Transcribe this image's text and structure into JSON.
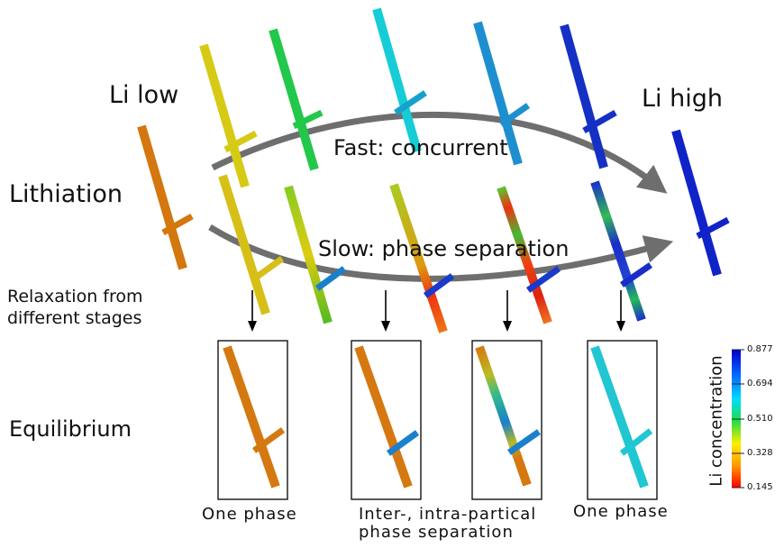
{
  "labels": {
    "li_low": "Li low",
    "li_high": "Li high",
    "lithiation": "Lithiation",
    "fast": "Fast: concurrent",
    "slow": "Slow: phase separation",
    "relax_line1": "Relaxation from",
    "relax_line2": "different stages",
    "equilibrium": "Equilibrium",
    "cap1": "One phase",
    "cap2_line1": "Inter-, intra-partical",
    "cap2_line2": "phase separation",
    "cap3": "One phase"
  },
  "colorbar": {
    "title": "Li concentration",
    "ticks": [
      "0.877",
      "0.694",
      "0.510",
      "0.328",
      "0.145"
    ],
    "colors": [
      "#0000cc",
      "#0066ff",
      "#00ddff",
      "#22dd44",
      "#ffee00",
      "#ff9900",
      "#ff0000"
    ]
  },
  "colors": {
    "arrow": "#6e6e6e",
    "low": "#d3770e",
    "high": "#1023c8"
  }
}
